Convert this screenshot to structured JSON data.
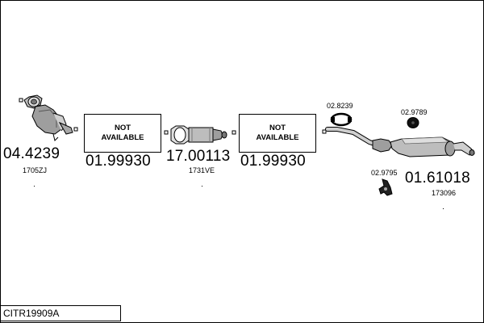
{
  "diagram_code": "CITR19909A",
  "parts": [
    {
      "part_number": "04.4239",
      "ref": "1705ZJ",
      "icon": "catalytic-converter-icon"
    },
    {
      "part_number": "01.99930",
      "box_text": [
        "NOT",
        "AVAILABLE"
      ]
    },
    {
      "part_number": "17.00113",
      "ref": "1731VE",
      "icon": "particulate-filter-icon"
    },
    {
      "part_number": "01.99930",
      "box_text": [
        "NOT",
        "AVAILABLE"
      ]
    },
    {
      "part_number": "01.61018",
      "ref": "173096",
      "icon": "rear-silencer-icon"
    }
  ],
  "accessories": [
    {
      "part_number": "02.8239",
      "icon": "clamp-icon"
    },
    {
      "part_number": "02.9789",
      "icon": "rubber-mount-icon"
    },
    {
      "part_number": "02.9795",
      "icon": "hanger-bracket-icon"
    }
  ]
}
